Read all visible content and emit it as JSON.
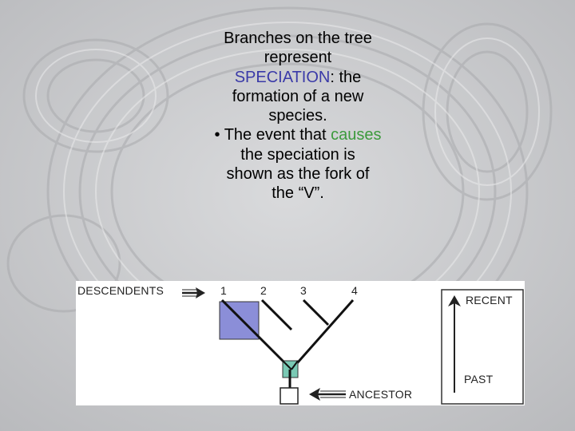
{
  "text": {
    "line1": "Branches on the tree",
    "line2": "represent",
    "line3_term": "SPECIATION",
    "line3_rest": ": the",
    "line4": "formation of a new",
    "line5": "species.",
    "line6_pre": "• The event that ",
    "line6_term": "causes",
    "line7": "the speciation is",
    "line8": "shown as the fork of",
    "line9": "the “V”."
  },
  "diagram": {
    "descendents_label": "DESCENDENTS",
    "descendants": [
      "1",
      "2",
      "3",
      "4"
    ],
    "ancestor_label": "ANCESTOR",
    "recent_label": "RECENT",
    "past_label": "PAST",
    "colors": {
      "speciation_box": "#8b8ed8",
      "node_box": "#7ac9b4",
      "lines": "#111111"
    }
  }
}
